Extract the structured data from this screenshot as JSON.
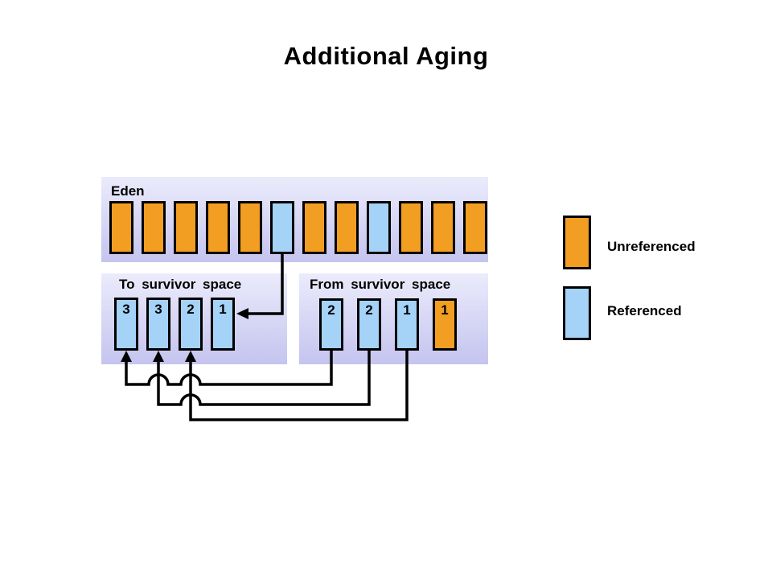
{
  "slide": {
    "title": "Additional Aging"
  },
  "colors": {
    "unreferenced": "#F29E22",
    "referenced": "#A4D3F7",
    "panel_top": "#EBEBFC",
    "panel_bottom": "#C4C4EF"
  },
  "eden": {
    "label": "Eden",
    "blocks": [
      {
        "state": "unreferenced"
      },
      {
        "state": "unreferenced"
      },
      {
        "state": "unreferenced"
      },
      {
        "state": "unreferenced"
      },
      {
        "state": "unreferenced"
      },
      {
        "state": "referenced"
      },
      {
        "state": "unreferenced"
      },
      {
        "state": "unreferenced"
      },
      {
        "state": "referenced"
      },
      {
        "state": "unreferenced"
      },
      {
        "state": "unreferenced"
      },
      {
        "state": "unreferenced"
      }
    ]
  },
  "to_survivor": {
    "label": "To survivor space",
    "blocks": [
      {
        "age": "3",
        "state": "referenced"
      },
      {
        "age": "3",
        "state": "referenced"
      },
      {
        "age": "2",
        "state": "referenced"
      },
      {
        "age": "1",
        "state": "referenced"
      }
    ]
  },
  "from_survivor": {
    "label": "From survivor space",
    "blocks": [
      {
        "age": "2",
        "state": "referenced"
      },
      {
        "age": "2",
        "state": "referenced"
      },
      {
        "age": "1",
        "state": "referenced"
      },
      {
        "age": "1",
        "state": "unreferenced"
      }
    ]
  },
  "legend": {
    "items": [
      {
        "label": "Unreferenced",
        "state": "unreferenced"
      },
      {
        "label": "Referenced",
        "state": "referenced"
      }
    ]
  }
}
